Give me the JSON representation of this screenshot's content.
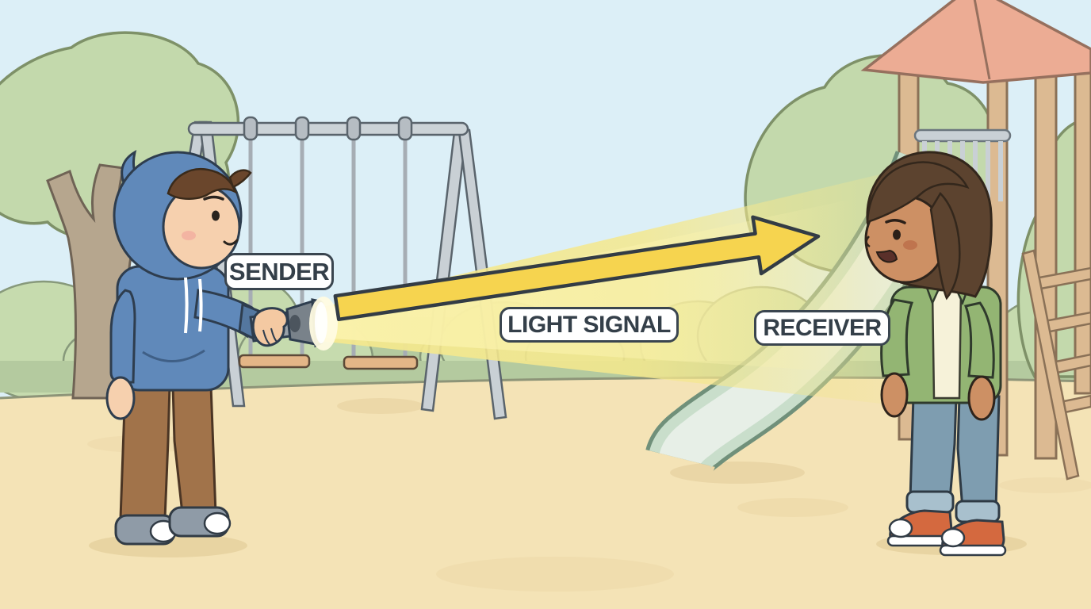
{
  "illustration": {
    "description": "Cartoon playground scene showing light-signal communication: a boy with a flashlight sends a light beam across a playground to a girl.",
    "labels": {
      "sender": "SENDER",
      "light_signal": "LIGHT SIGNAL",
      "receiver": "RECEIVER"
    },
    "colors": {
      "sky": "#dceff7",
      "sand": "#f4e3b6",
      "grass": "#b4ca9f",
      "bush_green": "#c6dbae",
      "tree_green": "#c3d9ac",
      "trunk": "#b6a68e",
      "beam_yellow": "#f4e88e",
      "arrow_yellow": "#f6d44f",
      "label_background": "#ffffff",
      "label_border": "#3a454f",
      "label_text": "#343f49",
      "hoodie_blue": "#6089ba",
      "pants_brown": "#a1734a",
      "jacket_green": "#93b573",
      "jeans_blue": "#7e9db0",
      "sneaker_red": "#d4693f",
      "sneaker_gray": "#8f9ba7",
      "swing_gray": "#ccd3d7",
      "roof_salmon": "#ecac94",
      "wood_tan": "#dcba92"
    }
  }
}
